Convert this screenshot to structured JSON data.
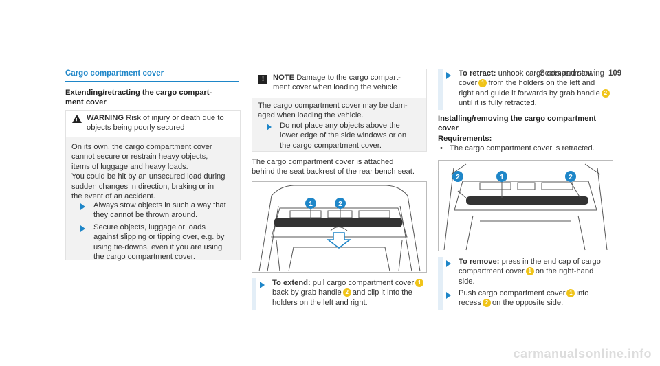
{
  "header": {
    "title": "Seats and stowing",
    "page_number": "109"
  },
  "section_title": "Cargo compartment cover",
  "col1": {
    "subheading_lines": [
      "Extending/retracting the cargo compart-",
      "ment cover"
    ],
    "warning_label": "WARNING",
    "warning_lines": [
      "Risk of injury or death due to",
      "objects being poorly secured"
    ],
    "para_lines": [
      "On its own, the cargo compartment cover",
      "cannot secure or restrain heavy objects,",
      "items of luggage and heavy loads.",
      "You could be hit by an unsecured load during",
      "sudden changes in direction, braking or in",
      "the event of an accident."
    ],
    "bullet1_lines": [
      "Always stow objects in such a way that",
      "they cannot be thrown around."
    ],
    "bullet2_lines": [
      "Secure objects, luggage or loads",
      "against slipping or tipping over, e.g. by",
      "using tie-downs, even if you are using",
      "the cargo compartment cover."
    ]
  },
  "col2": {
    "note_label": "NOTE",
    "note_lines": [
      "Damage to the cargo compart-",
      "ment cover when loading the vehicle"
    ],
    "note_body_lines": [
      "The cargo compartment cover may be dam-",
      "aged when loading the vehicle."
    ],
    "note_bullet_lines": [
      "Do not place any objects above the",
      "lower edge of the side windows or on",
      "the cargo compartment cover."
    ],
    "para_lines": [
      "The cargo compartment cover is attached",
      "behind the seat backrest of the rear bench seat."
    ],
    "extend_label": "To extend:",
    "extend_line1": "pull cargo compartment cover",
    "extend_line2a": "back by grab handle",
    "extend_line2b": "and clip it into the",
    "extend_line3": "holders on the left and right.",
    "callouts": [
      "1",
      "2"
    ]
  },
  "col3": {
    "retract_label": "To retract:",
    "retract_line1": "unhook cargo compartment",
    "retract_line2a": "cover",
    "retract_line2b": "from the holders on the left and",
    "retract_line3": "right and guide it forwards by grab handle",
    "retract_line4": "until it is fully retracted.",
    "install_heading_lines": [
      "Installing/removing the cargo compartment",
      "cover"
    ],
    "requirements_label": "Requirements:",
    "requirement_item": "The cargo compartment cover is retracted.",
    "remove_label": "To remove:",
    "remove_line1": "press in the end cap of cargo",
    "remove_line2a": "compartment cover",
    "remove_line2b": "on the right-hand",
    "remove_line3": "side.",
    "push_line1a": "Push cargo compartment cover",
    "push_line1b": "into",
    "push_line2a": "recess",
    "push_line2b": "on the opposite side.",
    "callouts": [
      "2",
      "1",
      "2"
    ]
  },
  "watermark": "carmanualsonline.info",
  "colors": {
    "accent": "#1e86c8",
    "callout": "#f0c419"
  }
}
